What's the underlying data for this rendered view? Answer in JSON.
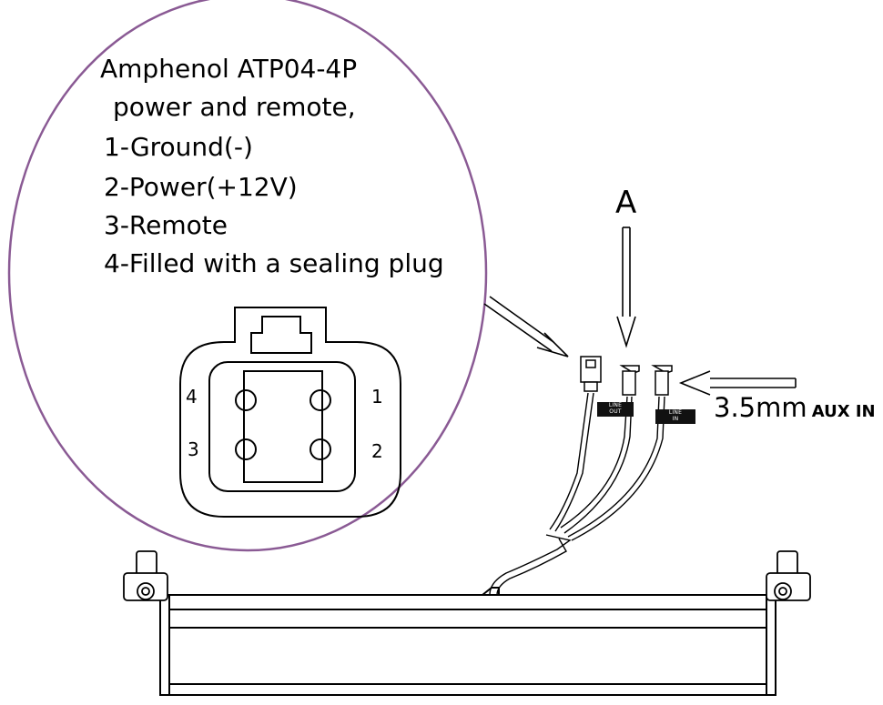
{
  "callout": {
    "title_line1": "Amphenol ATP04-4P",
    "title_line2": "power and remote,",
    "pins": [
      "1-Ground(-)",
      "2-Power(+12V)",
      "3-Remote",
      "4-Filled with a sealing plug"
    ],
    "circle_color": "#8a5a94"
  },
  "connector": {
    "pin_numbers": {
      "p4": "4",
      "p1": "1",
      "p3": "3",
      "p2": "2"
    }
  },
  "labels": {
    "marker_a": "A",
    "aux_size": "3.5mm",
    "aux_text": "AUX IN",
    "line_out": [
      "LINE",
      "OUT"
    ],
    "line_in": [
      "LINE",
      "IN"
    ]
  }
}
